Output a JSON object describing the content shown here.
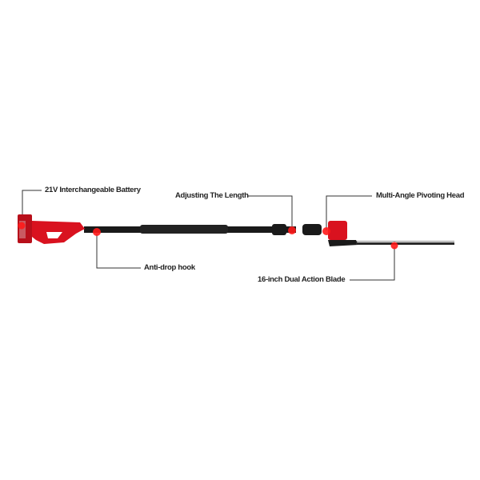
{
  "callouts": {
    "battery": "21V Interchangeable Battery",
    "length": "Adjusting The Length",
    "head": "Multi-Angle Pivoting Head",
    "hook": "Anti-drop hook",
    "blade": "16-inch Dual Action Blade"
  },
  "colors": {
    "tool_red": "#d9121f",
    "pole": "#1a1a1a",
    "highlight": "#ff1a1a",
    "leader": "#333333"
  }
}
